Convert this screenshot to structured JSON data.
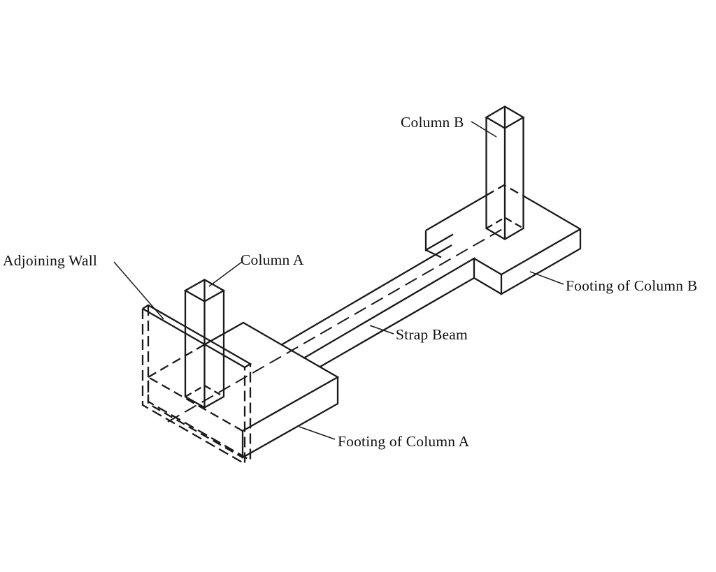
{
  "figure": {
    "kind": "isometric construction diagram of a strap (cantilever) footing",
    "background": "#ffffff",
    "line_color": "#1a1a1a",
    "labels": {
      "adjoining_wall": "Adjoining Wall",
      "column_a": "Column A",
      "column_b": "Column B",
      "strap_beam": "Strap Beam",
      "footing_of_column_a": "Footing of Column A",
      "footing_of_column_b": "Footing of Column B"
    }
  }
}
